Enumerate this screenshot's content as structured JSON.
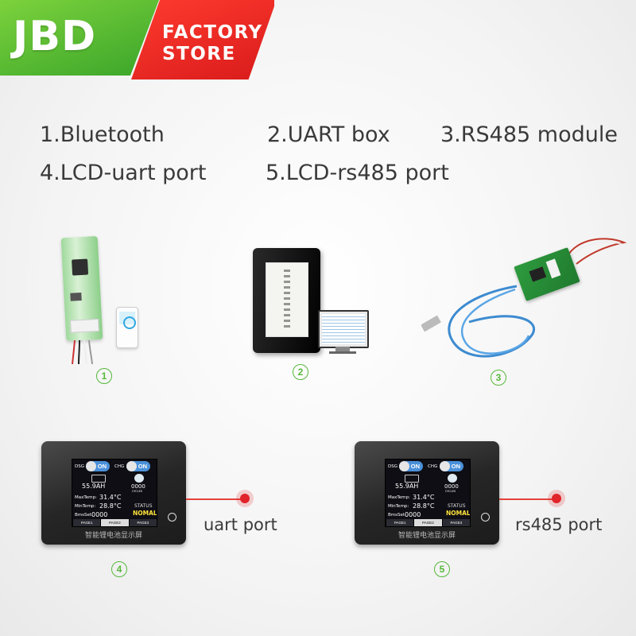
{
  "banner": {
    "brand": "JBD",
    "line1": "FACTORY",
    "line2": "STORE"
  },
  "labels": {
    "bluetooth": "1.Bluetooth",
    "uart_box": "2.UART box",
    "rs485": "3.RS485 module",
    "lcd_uart": "4.LCD-uart port",
    "lcd_rs485": "5.LCD-rs485 port"
  },
  "numbers": [
    "1",
    "2",
    "3",
    "4",
    "5"
  ],
  "lcd": {
    "dsg": "DSG",
    "chg": "CHG",
    "on": "ON",
    "capacity": "55.9AH",
    "cycles_value": "0000",
    "cycles_label": "CYCLES",
    "maxtemp_label": "MaxTemp:",
    "maxtemp": "31.4°C",
    "mintemp_label": "MinTemp:",
    "mintemp": "28.8°C",
    "bmsset_label": "BmsSet:",
    "bmsset": "0000",
    "status_label": "STATUS",
    "status": "NOMAL",
    "pages": [
      "PAGE1",
      "PAGE2",
      "PAGE3"
    ],
    "caption": "智能锂电池显示屏"
  },
  "ports": {
    "uart": "uart port",
    "rs485": "rs485 port"
  },
  "colors": {
    "green": "#56b83b",
    "red": "#e0242a",
    "toggle_blue": "#4a90d9",
    "status_yellow": "#ffe13a"
  }
}
